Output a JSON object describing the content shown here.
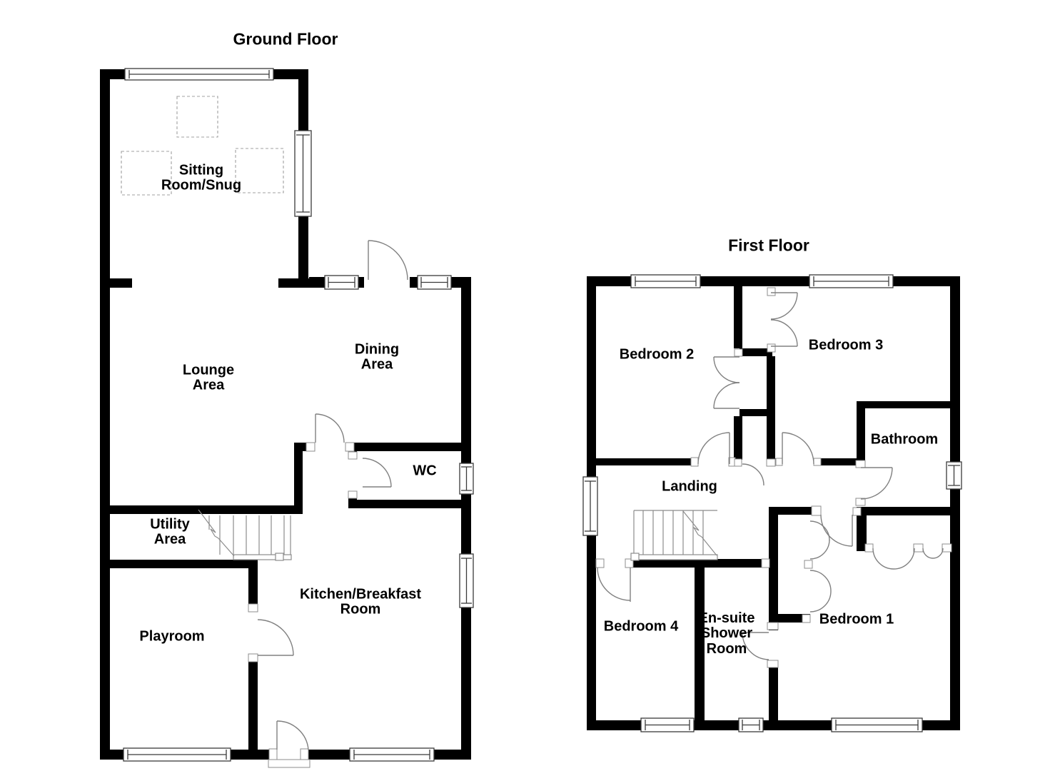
{
  "document": {
    "type": "floor-plan"
  },
  "ground_floor": {
    "title": "Ground Floor",
    "rooms": [
      {
        "id": "sitting-room-snug",
        "label": "Sitting Room/Snug"
      },
      {
        "id": "lounge-area",
        "label": "Lounge Area"
      },
      {
        "id": "dining-area",
        "label": "Dining Area"
      },
      {
        "id": "wc",
        "label": "WC"
      },
      {
        "id": "utility-area",
        "label": "Utility Area"
      },
      {
        "id": "kitchen-breakfast-room",
        "label": "Kitchen/Breakfast Room"
      },
      {
        "id": "playroom",
        "label": "Playroom"
      }
    ]
  },
  "first_floor": {
    "title": "First Floor",
    "rooms": [
      {
        "id": "bedroom-2",
        "label": "Bedroom 2"
      },
      {
        "id": "bedroom-3",
        "label": "Bedroom 3"
      },
      {
        "id": "bathroom",
        "label": "Bathroom"
      },
      {
        "id": "landing",
        "label": "Landing"
      },
      {
        "id": "bedroom-4",
        "label": "Bedroom 4"
      },
      {
        "id": "en-suite-shower-room",
        "label": "En-suite Shower Room"
      },
      {
        "id": "bedroom-1",
        "label": "Bedroom 1"
      }
    ]
  },
  "colors": {
    "wall": "#000000",
    "background": "#ffffff",
    "door_line": "#808080",
    "window_line": "#3a3a3a",
    "text": "#000000"
  }
}
